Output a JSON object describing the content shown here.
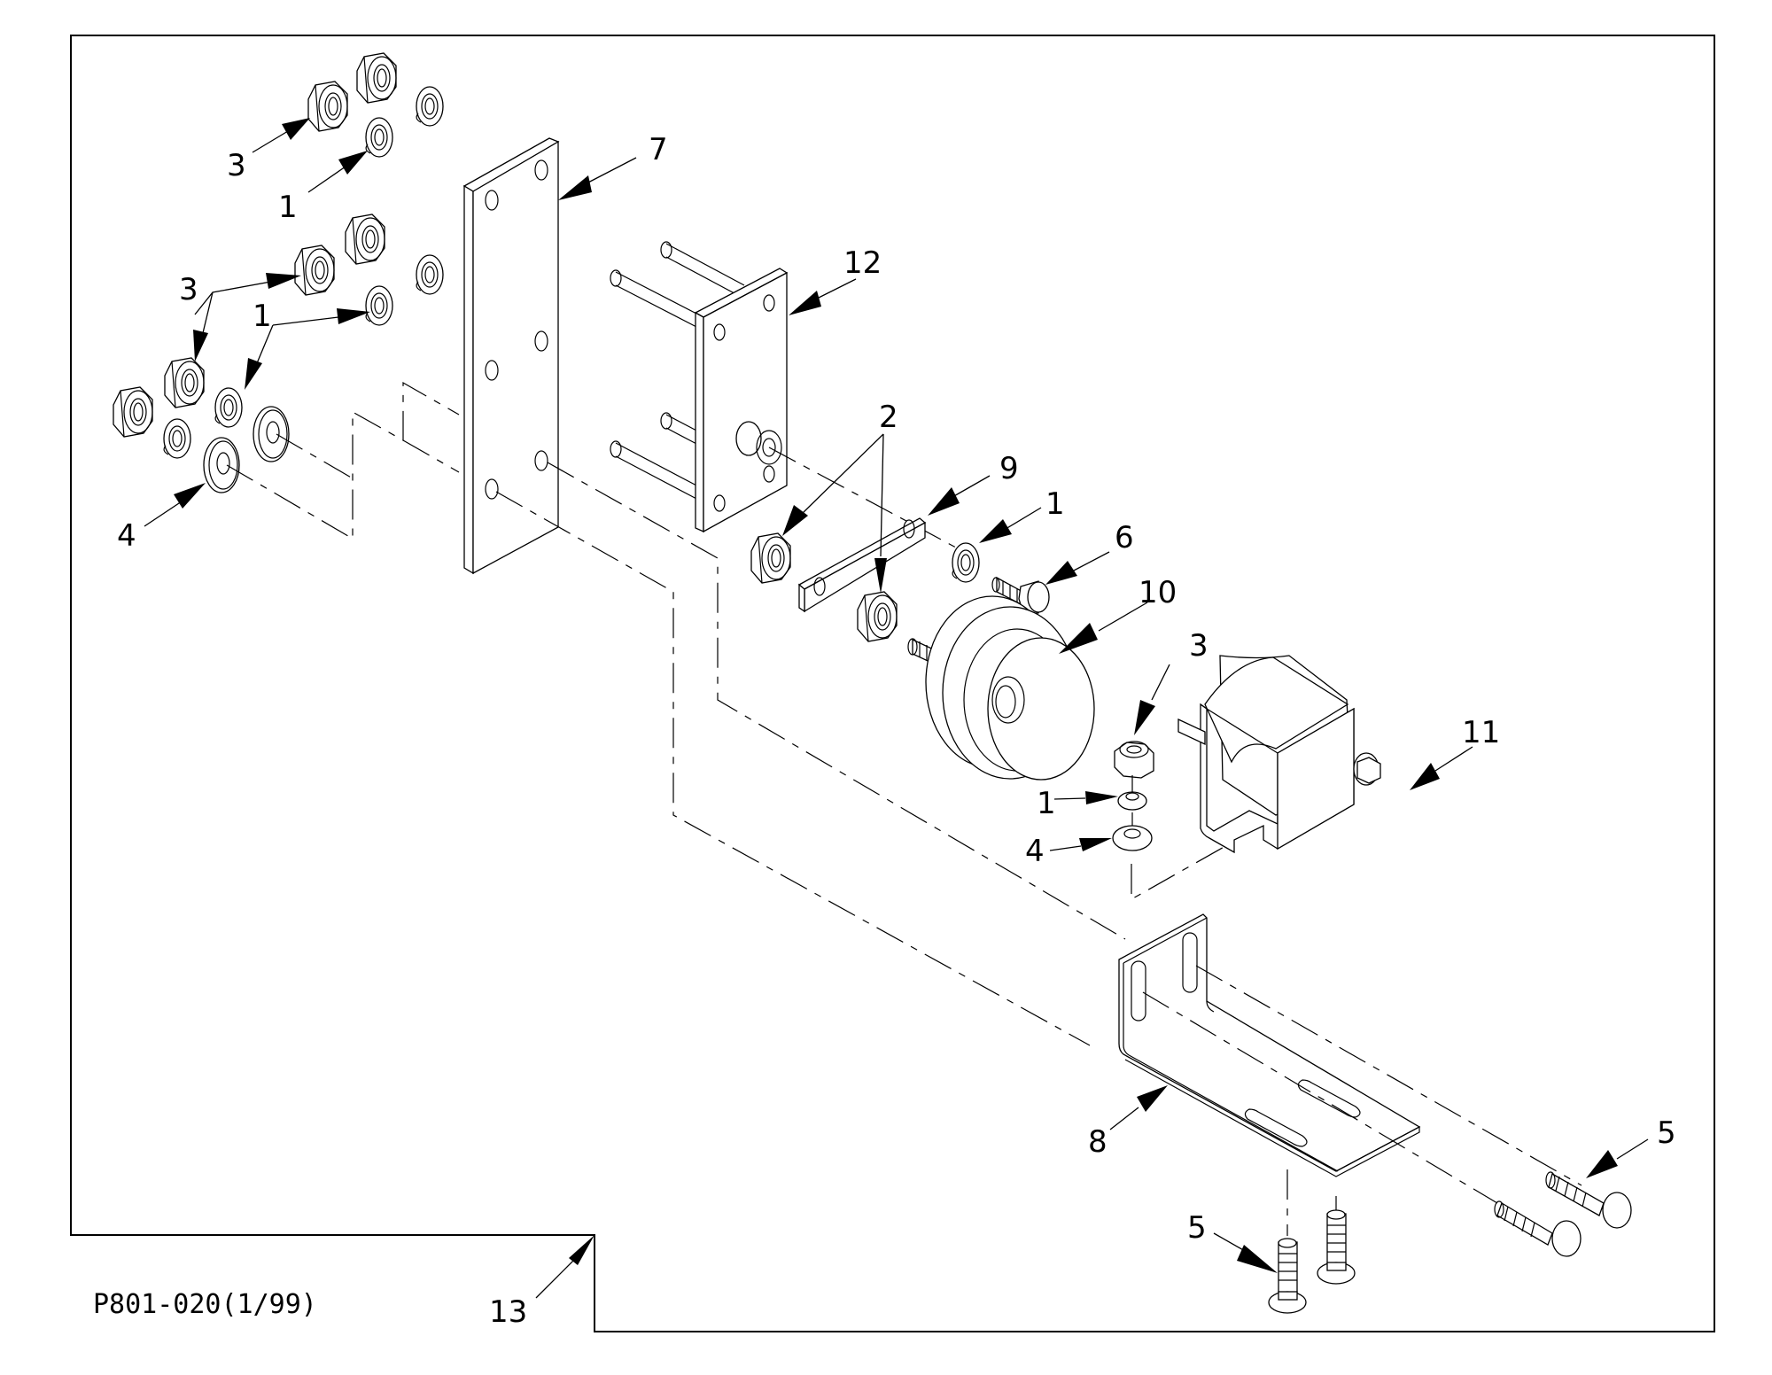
{
  "drawing": {
    "reference": "P801-020(1/99)",
    "callouts": {
      "nut_top": "3",
      "lockwasher_top": "1",
      "plate": "7",
      "nut_mid": "3",
      "lockwasher_mid": "1",
      "stud_plate": "12",
      "flat_washer_left": "4",
      "nuts_link": "2",
      "link_bar": "9",
      "lockwasher_right": "1",
      "cap_screw": "6",
      "guide_roller": "10",
      "nut_roller": "3",
      "lockwasher_roller": "1",
      "flat_washer_roller": "4",
      "roller_bracket": "11",
      "l_bracket": "8",
      "carriage_bolt_right": "5",
      "carriage_bolt_bottom": "5",
      "frame": "13"
    }
  }
}
